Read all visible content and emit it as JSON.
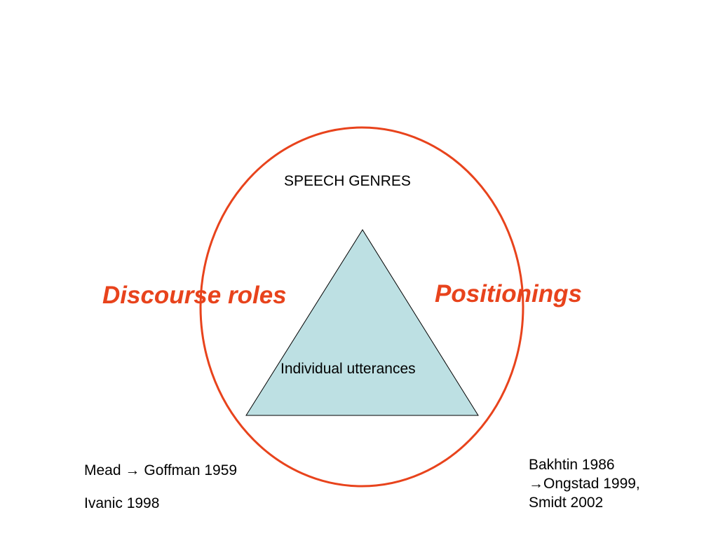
{
  "colors": {
    "circle_stroke": "#e8431c",
    "triangle_fill": "#bde0e3",
    "triangle_stroke": "#000000",
    "emphasis_text": "#e8431c",
    "text": "#000000"
  },
  "diagram": {
    "outer_label": "SPEECH GENRES",
    "inner_label": "Individual utterances",
    "left_label": "Discourse roles",
    "right_label": "Positionings"
  },
  "references": {
    "left": {
      "line1_before": "Mead",
      "line1_arrow_icon": "right-arrow-icon",
      "line1_arrow": "→",
      "line1_after": "Goffman 1959",
      "line2": "Ivanic 1998"
    },
    "right": {
      "line1": "Bakhtin 1986",
      "line2_arrow_icon": "right-arrow-icon",
      "line2_arrow": "→",
      "line2_after": "Ongstad 1999,",
      "line3": "Smidt 2002"
    }
  }
}
